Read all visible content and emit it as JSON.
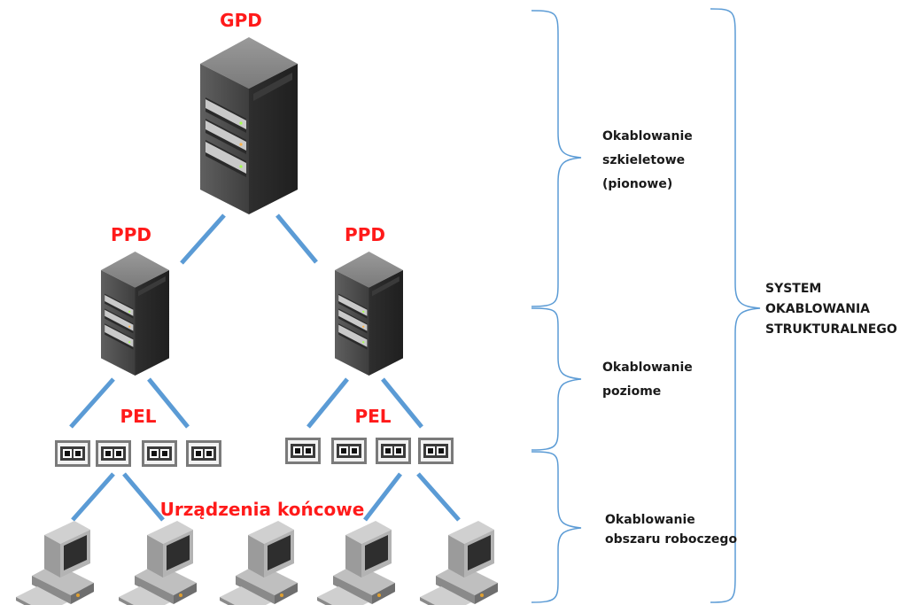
{
  "nodes": {
    "gpd": "GPD",
    "ppd_left": "PPD",
    "ppd_right": "PPD",
    "pel_left": "PEL",
    "pel_right": "PEL",
    "end_devices": "Urządzenia końcowe"
  },
  "segments": {
    "backbone": [
      "Okablowanie",
      "szkieletowe",
      "(pionowe)"
    ],
    "horizontal": [
      "Okablowanie",
      "poziome"
    ],
    "work_area": [
      "Okablowanie",
      "obszaru roboczego"
    ]
  },
  "system": [
    "SYSTEM",
    "OKABLOWANIA",
    "STRUKTURALNEGO"
  ],
  "colors": {
    "labels": "#ff1a1a",
    "links": "#5b9bd5",
    "braces": "#5b9bd5"
  }
}
